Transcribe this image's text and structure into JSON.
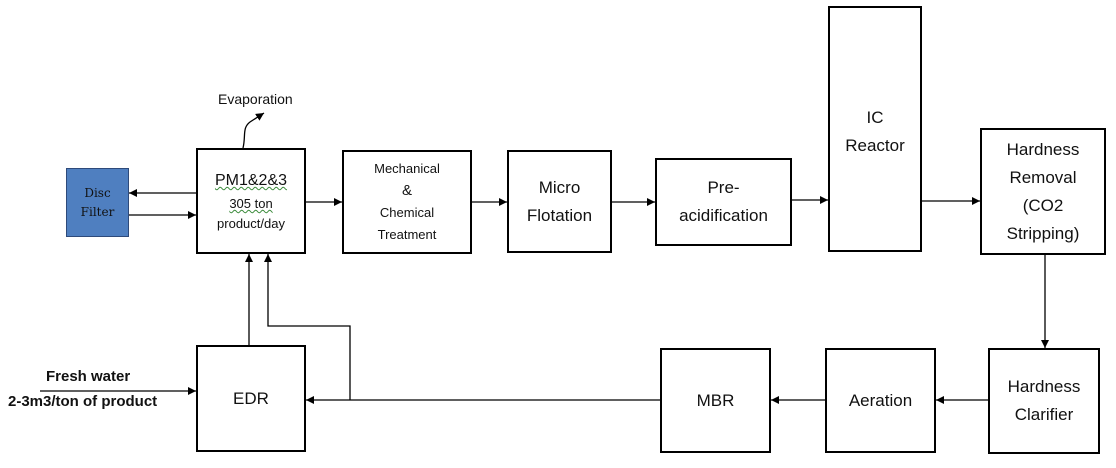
{
  "colors": {
    "stroke": "#000000",
    "disc_filter_fill": "#4f7fc0"
  },
  "labels": {
    "evaporation": "Evaporation",
    "fresh_water": "Fresh water",
    "fresh_water_rate": "2-3m3/ton of product"
  },
  "nodes": {
    "disc_filter": {
      "line1": "Disc",
      "line2": "Filter"
    },
    "pm": {
      "line1": "PM1&2&3",
      "line2": "305 ton",
      "line3": "product/day"
    },
    "mechanical": {
      "line1": "Mechanical",
      "line2": "&",
      "line3": "Chemical",
      "line4": "Treatment"
    },
    "micro_flotation": {
      "line1": "Micro",
      "line2": "Flotation"
    },
    "pre_acidification": {
      "line1": "Pre-",
      "line2": "acidification"
    },
    "ic_reactor": {
      "line1": "IC",
      "line2": "Reactor"
    },
    "hardness_removal": {
      "line1": "Hardness",
      "line2": "Removal",
      "line3": "(CO2",
      "line4": "Stripping)"
    },
    "hardness_clarifier": {
      "line1": "Hardness",
      "line2": "Clarifier"
    },
    "aeration": {
      "line1": "Aeration"
    },
    "mbr": {
      "line1": "MBR"
    },
    "edr": {
      "line1": "EDR"
    }
  }
}
